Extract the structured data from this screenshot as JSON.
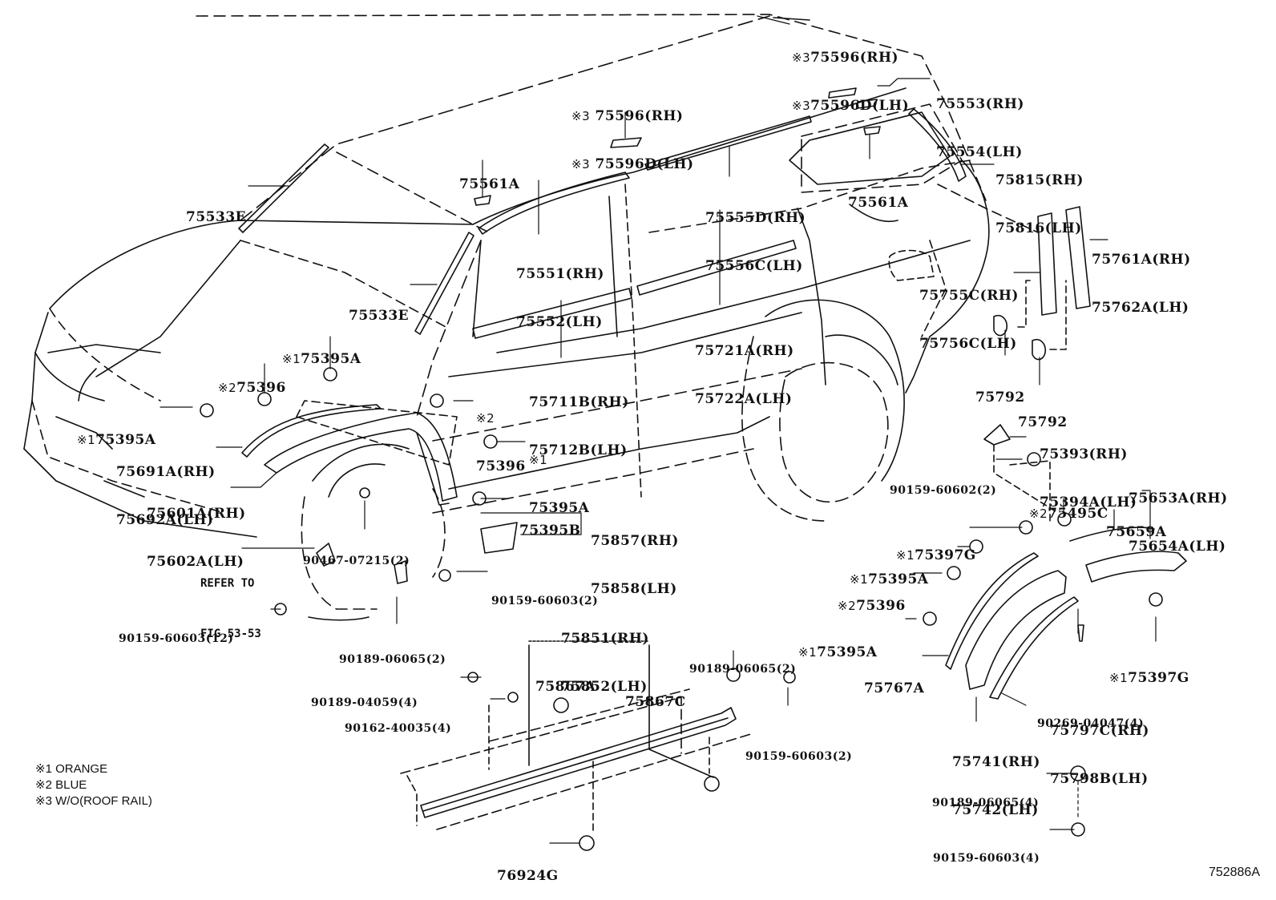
{
  "diagram": {
    "title": "Body Moldings / Wheel Opening Moldings / Rocker Panel — parts illustration",
    "figure_number": "752886A",
    "legend": [
      {
        "mark": "※1",
        "text": "ORANGE"
      },
      {
        "mark": "※2",
        "text": "BLUE"
      },
      {
        "mark": "※3",
        "text": "W/O(ROOF RAIL)"
      }
    ],
    "refer_note": [
      "REFER TO",
      "FIG 53-53"
    ],
    "labels": {
      "roof_rear_clip": {
        "mark": "※3",
        "lines": [
          "75596(RH)",
          "75596D(LH)"
        ]
      },
      "roof_center_clip": {
        "mark": "※3",
        "lines": [
          "75596(RH)",
          "75596D(LH)"
        ]
      },
      "roof_end_cap": {
        "lines": [
          "75553(RH)",
          "75554(LH)"
        ]
      },
      "clip_75561a_left": {
        "lines": [
          "75561A"
        ]
      },
      "clip_75561a_right": {
        "lines": [
          "75561A"
        ]
      },
      "spoiler_side": {
        "lines": [
          "75815(RH)",
          "75816(LH)"
        ]
      },
      "windshield_upper": {
        "lines": [
          "75533E"
        ]
      },
      "windshield_lower": {
        "lines": [
          "75533E"
        ]
      },
      "roof_drip_front": {
        "lines": [
          "75551(RH)",
          "75552(LH)"
        ]
      },
      "roof_drip_rear": {
        "lines": [
          "75555D(RH)",
          "75556C(LH)"
        ]
      },
      "quarter_window": {
        "lines": [
          "75755C(RH)",
          "75756C(LH)"
        ]
      },
      "rear_pillar": {
        "lines": [
          "75761A(RH)",
          "75762A(LH)"
        ]
      },
      "rear_door_belt": {
        "lines": [
          "75721A(RH)",
          "75722A(LH)"
        ]
      },
      "front_door_belt": {
        "lines": [
          "75711B(RH)",
          "75712B(LH)"
        ]
      },
      "grommet_1": {
        "lines": [
          "75792"
        ]
      },
      "grommet_2": {
        "lines": [
          "75792"
        ]
      },
      "clip_hood_top": {
        "mark": "※1",
        "lines": [
          "75395A"
        ]
      },
      "clip_hood_blue": {
        "mark": "※2",
        "lines": [
          "75396"
        ]
      },
      "clip_front_left": {
        "mark": "※1",
        "lines": [
          "75395A"
        ]
      },
      "clip_door_blue": {
        "mark": "※2",
        "lines": [
          "75396"
        ]
      },
      "clip_door_orange": {
        "mark": "※1",
        "lines": [
          "75395A"
        ]
      },
      "front_fender_molding": {
        "lines": [
          "75691A(RH)",
          "75692A(LH)"
        ]
      },
      "front_wheel_opening": {
        "lines": [
          "75601A(RH)",
          "75602A(LH)"
        ]
      },
      "screw_90467": {
        "lines": [
          "90467-07215(2)"
        ]
      },
      "clip_75395b": {
        "lines": [
          "75395B"
        ]
      },
      "mudguard_front": {
        "lines": [
          "75857(RH)",
          "75858(LH)"
        ]
      },
      "bolt_front_2": {
        "lines": [
          "90159-60603(2)"
        ]
      },
      "bolt_front_12": {
        "lines": [
          "90159-60603(12)"
        ]
      },
      "nut_front": {
        "lines": [
          "90189-06065(2)"
        ]
      },
      "rocker_panel": {
        "lines": [
          "75851(RH)",
          "75852(LH)"
        ]
      },
      "rocker_clip_a": {
        "lines": [
          "75867A"
        ]
      },
      "rocker_clip_c": {
        "lines": [
          "75867C"
        ]
      },
      "nut_90189_04059": {
        "lines": [
          "90189-04059(4)"
        ]
      },
      "screw_90162": {
        "lines": [
          "90162-40035(4)"
        ]
      },
      "nut_rocker": {
        "lines": [
          "90189-06065(2)"
        ]
      },
      "bolt_rocker": {
        "lines": [
          "90159-60603(2)"
        ]
      },
      "rocker_end_clip": {
        "lines": [
          "76924G"
        ]
      },
      "rear_bracket": {
        "lines": [
          "75393(RH)",
          "75394A(LH)"
        ]
      },
      "bolt_rear_bracket": {
        "lines": [
          "90159-60602(2)"
        ]
      },
      "clip_rear_blue_c": {
        "mark": "※2",
        "lines": [
          "75495C"
        ]
      },
      "rear_wheel_opening_upper": {
        "lines": [
          "75653A(RH)",
          "75654A(LH)"
        ]
      },
      "rear_molding_75659a": {
        "lines": [
          "75659A"
        ]
      },
      "clip_75397g_upper": {
        "mark": "※1",
        "lines": [
          "75397G"
        ]
      },
      "clip_rear_75395a_1": {
        "mark": "※1",
        "lines": [
          "75395A"
        ]
      },
      "clip_rear_75396": {
        "mark": "※2",
        "lines": [
          "75396"
        ]
      },
      "clip_rear_75395a_2": {
        "mark": "※1",
        "lines": [
          "75395A"
        ]
      },
      "rear_molding_75767a": {
        "lines": [
          "75767A"
        ]
      },
      "clip_75397g_lower": {
        "mark": "※1",
        "lines": [
          "75397G"
        ]
      },
      "pin_90269": {
        "lines": [
          "90269-04047(4)"
        ]
      },
      "rear_mudguard": {
        "lines": [
          "75797C(RH)",
          "75798B(LH)"
        ]
      },
      "rear_wheel_opening": {
        "lines": [
          "75741(RH)",
          "75742(LH)"
        ]
      },
      "nut_rear": {
        "lines": [
          "90189-06065(4)"
        ]
      },
      "bolt_rear": {
        "lines": [
          "90159-60603(4)"
        ]
      }
    }
  }
}
